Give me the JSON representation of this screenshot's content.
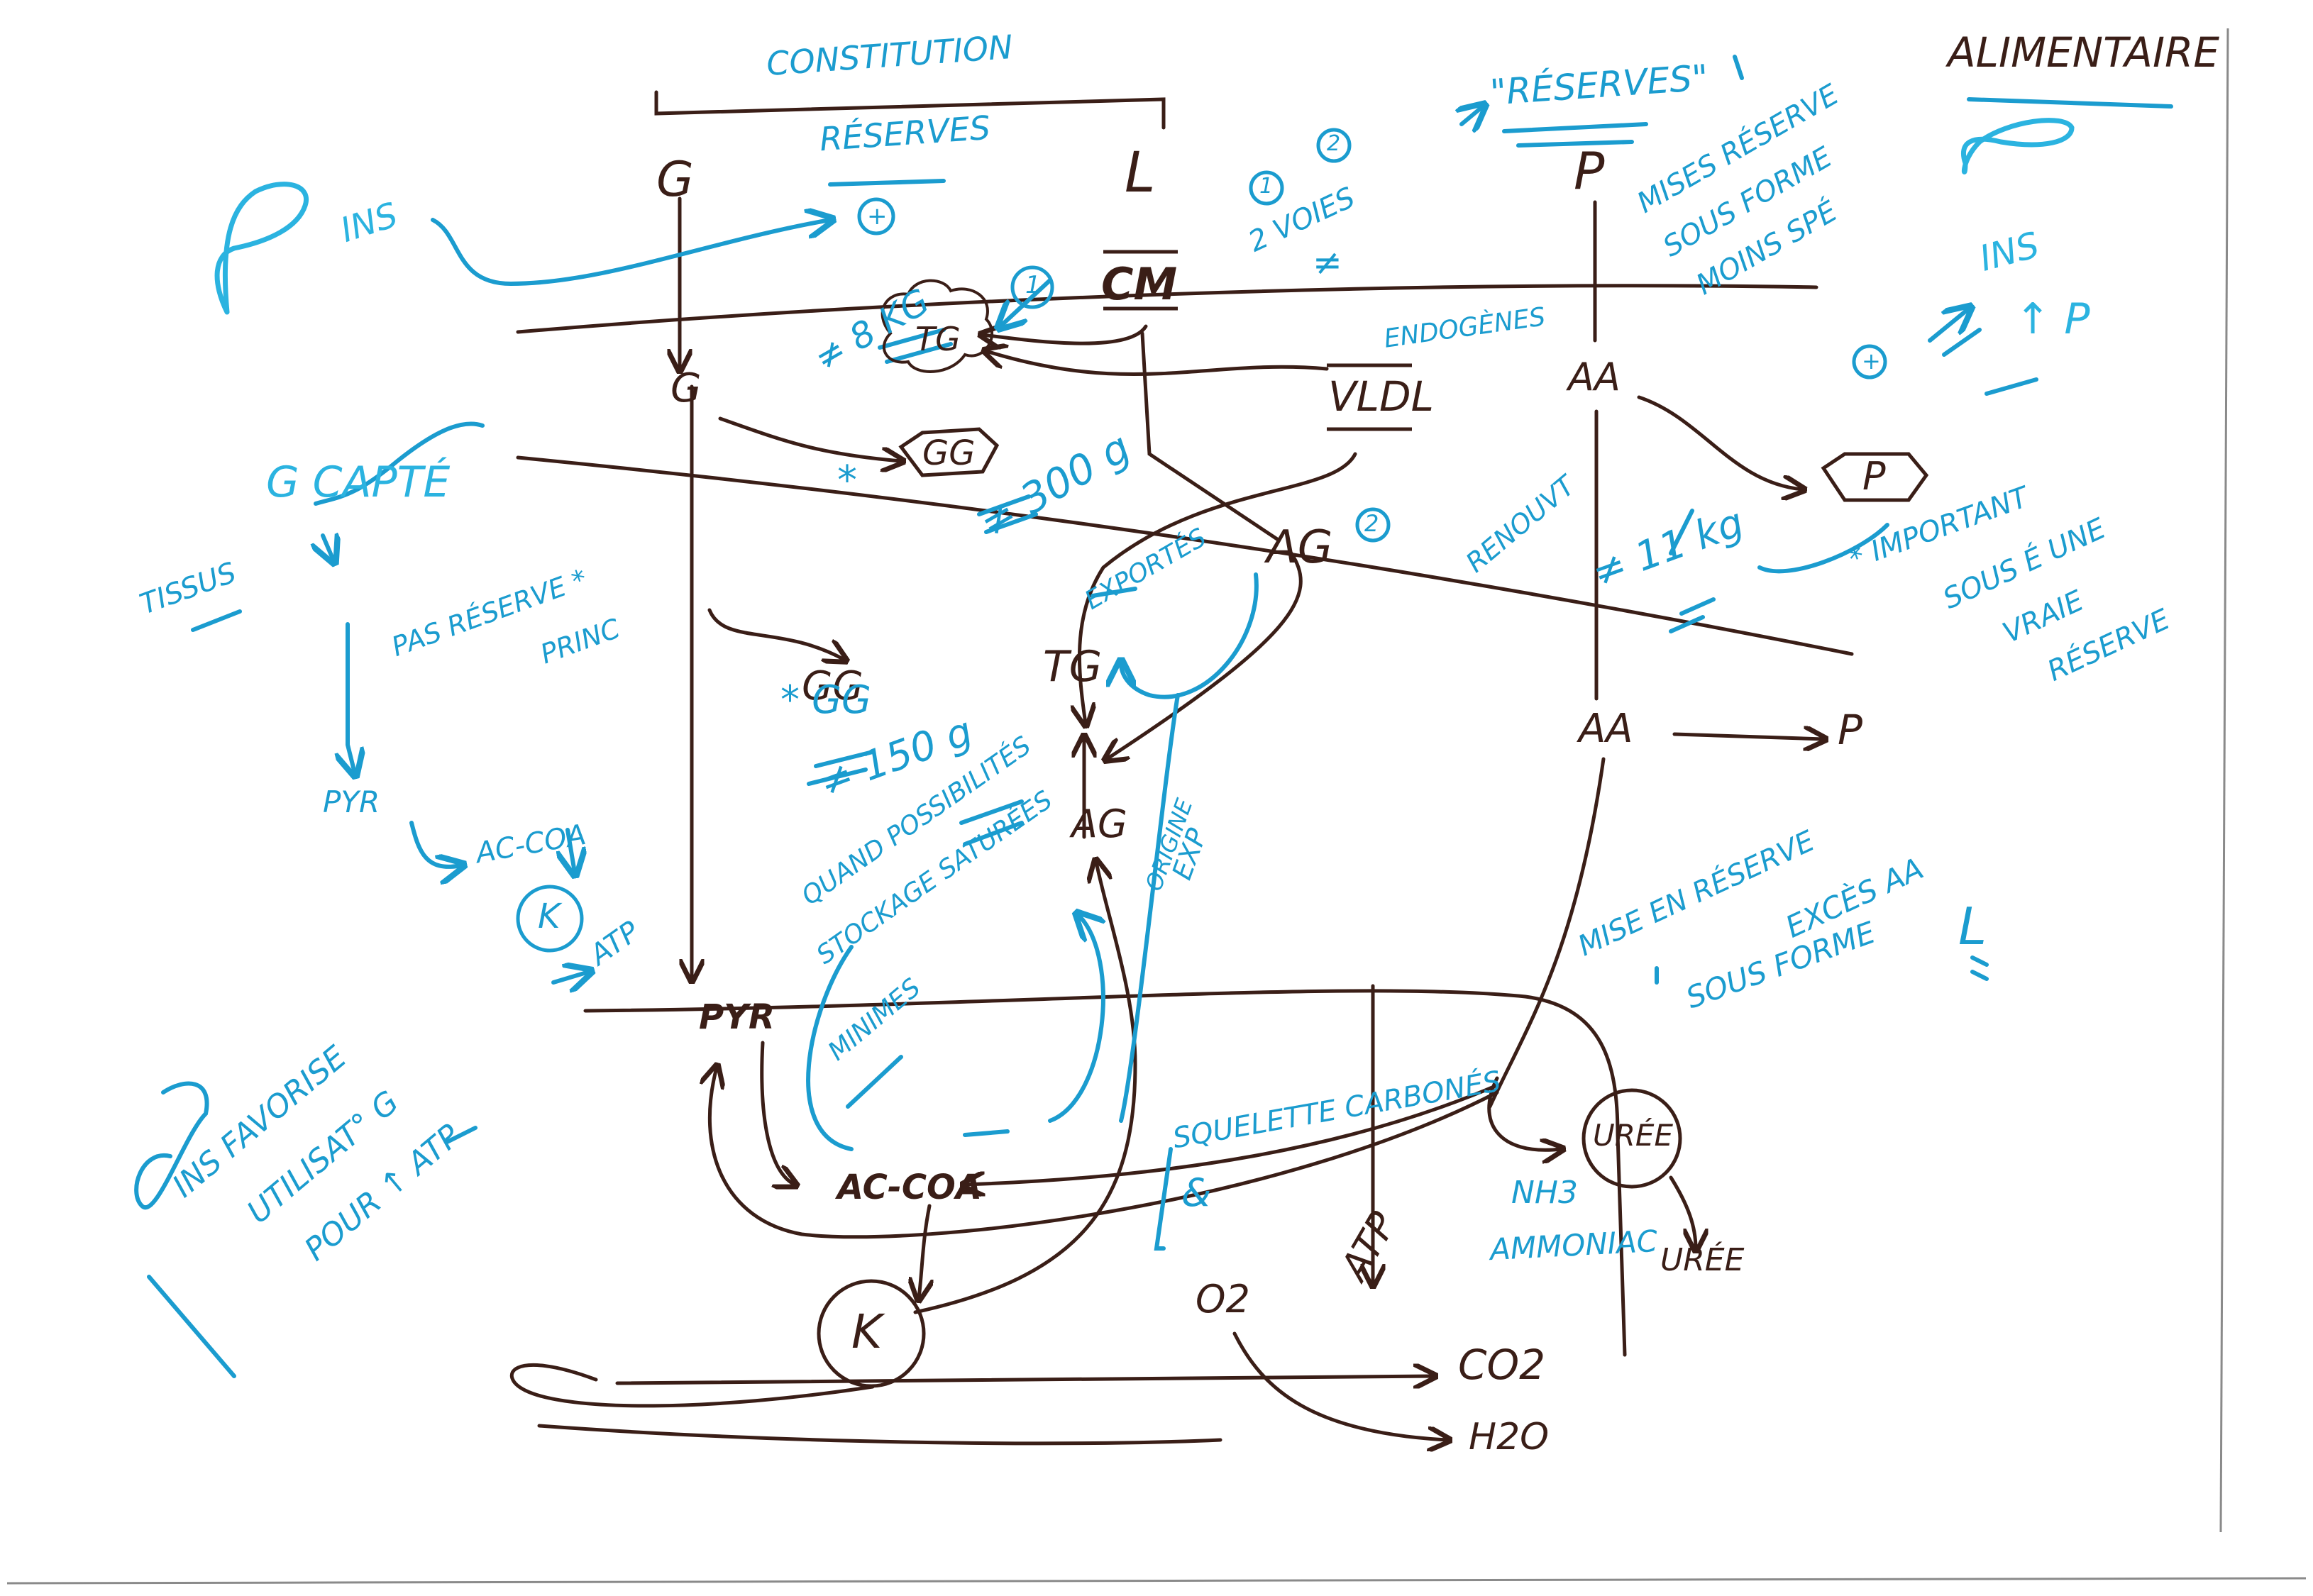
{
  "colors": {
    "brown": "#3a1e17",
    "blue": "#1b9ccf",
    "cyan": "#2bb3e0",
    "paper": "#ffffff"
  },
  "header": {
    "title": "ALIMENTAIRE",
    "constitution": "CONSTITUTION",
    "reserves": "RÉSERVES",
    "reserves_quoted": "\"RÉSERVES\""
  },
  "nodes": {
    "g_top": "G",
    "l_top": "L",
    "p_top": "P",
    "cm": "CM",
    "tg_adipose": "TG",
    "vldl": "VLDL",
    "g_mid": "G",
    "gg_muscle": "GG",
    "aa_mid": "AA",
    "p_mid": "P",
    "ag_blood": "AG",
    "ag_blood_circle": "2",
    "tg_liver": "TG",
    "gg_liver": "GG",
    "ag_liver": "AG",
    "aa_liver": "AA",
    "p_liver": "P",
    "pyr": "PYR",
    "acoa": "AC-COA",
    "k_cycle": "K",
    "uree_circle": "URÉE",
    "uree_out": "URÉE",
    "nh3": "NH3",
    "ammoniac": "AMMONIAC",
    "o2": "O2",
    "atp_bottom": "ATP",
    "co2": "CO2",
    "h2o": "H2O"
  },
  "annotations": {
    "ins_left": "INS",
    "plus_circle": "+",
    "circle_1": "1",
    "circle_2": "2",
    "deux_voies": "2 VOIES",
    "ne_sign": "≠",
    "kg_adipose": "≠ 8 KG",
    "endogenes": "ENDOGÈNES",
    "star_gg": "*",
    "gg_300": "≠ 300 g",
    "mises_reserve": "MISES RÉSERVE",
    "sous_forme": "SOUS FORME",
    "moins_spe": "MOINS SPÉ",
    "ins_right": "INS",
    "plus_right": "+",
    "p_up": "↑ P",
    "renouvt": "RENOUVT",
    "kg_11": "≠ 11 kg",
    "important": "* IMPORTANT",
    "sous_e_une": "SOUS É UNE",
    "vraie": "VRAIE",
    "reserve_word": "RÉSERVE",
    "g_capte": "G CAPTÉ",
    "tissus": "TISSUS",
    "pas_reserve": "PAS RÉSERVE *",
    "princ": "PRINC",
    "pyr_left": "PYR",
    "acoa_left": "AC-COA",
    "k_left": "K",
    "atp_left": "ATP",
    "exports": "EXPORTÉS",
    "star_gg150": "* GG",
    "gg_150": "≠ 150 g",
    "quand_poss": "QUAND POSSIBILITÉS",
    "stockage": "STOCKAGE SATURÉES",
    "origine": "ORIGINE",
    "exp": "EXP",
    "mise_en_reserve": "MISE EN RÉSERVE",
    "exces_aa": "EXCÈS AA",
    "sous_forme_l": "SOUS FORME",
    "l_letter": "L",
    "squelette": "SQUELETTE CARBONÉS",
    "amp": "&",
    "minimes": "MINIMES",
    "ins_favorise": "INS FAVORISE",
    "utilisation": "UTILISAT° G",
    "pour_atp": "POUR ↑ ATP"
  }
}
